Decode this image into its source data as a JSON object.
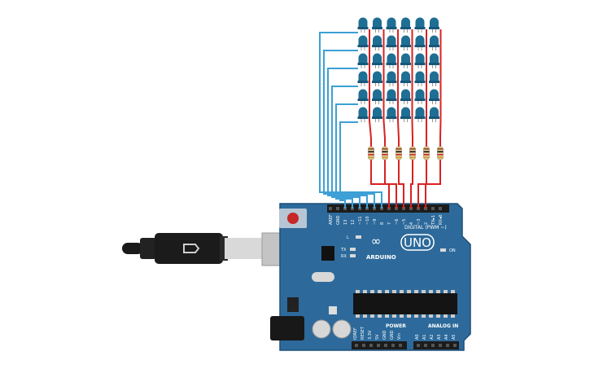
{
  "board": {
    "model_text": "UNO",
    "brand_text": "ARDUINO",
    "digital_label": "DIGITAL (PWM ~)",
    "power_label": "POWER",
    "analog_label": "ANALOG IN",
    "on_label": "ON",
    "led_labels": {
      "l": "L",
      "tx": "TX",
      "rx": "RX"
    },
    "digital_pin_labels": [
      "AREF",
      "GND",
      "13",
      "12",
      "~11",
      "~10",
      "~9",
      "8",
      "7",
      "~6",
      "~5",
      "4",
      "~3",
      "2",
      "TX▸1",
      "RX◂0"
    ],
    "power_pin_labels": [
      "IOREF",
      "RESET",
      "3.3V",
      "5V",
      "GND",
      "GND",
      "Vin"
    ],
    "analog_pin_labels": [
      "A0",
      "A1",
      "A2",
      "A3",
      "A4",
      "A5"
    ]
  },
  "led_matrix": {
    "rows": 6,
    "cols": 6,
    "color": "#1f6f94"
  },
  "resistors": {
    "count": 6
  },
  "colors": {
    "board": "#2d6a9b",
    "wire_blue": "#3da0d6",
    "wire_red": "#d92121",
    "led": "#1f6f94"
  }
}
